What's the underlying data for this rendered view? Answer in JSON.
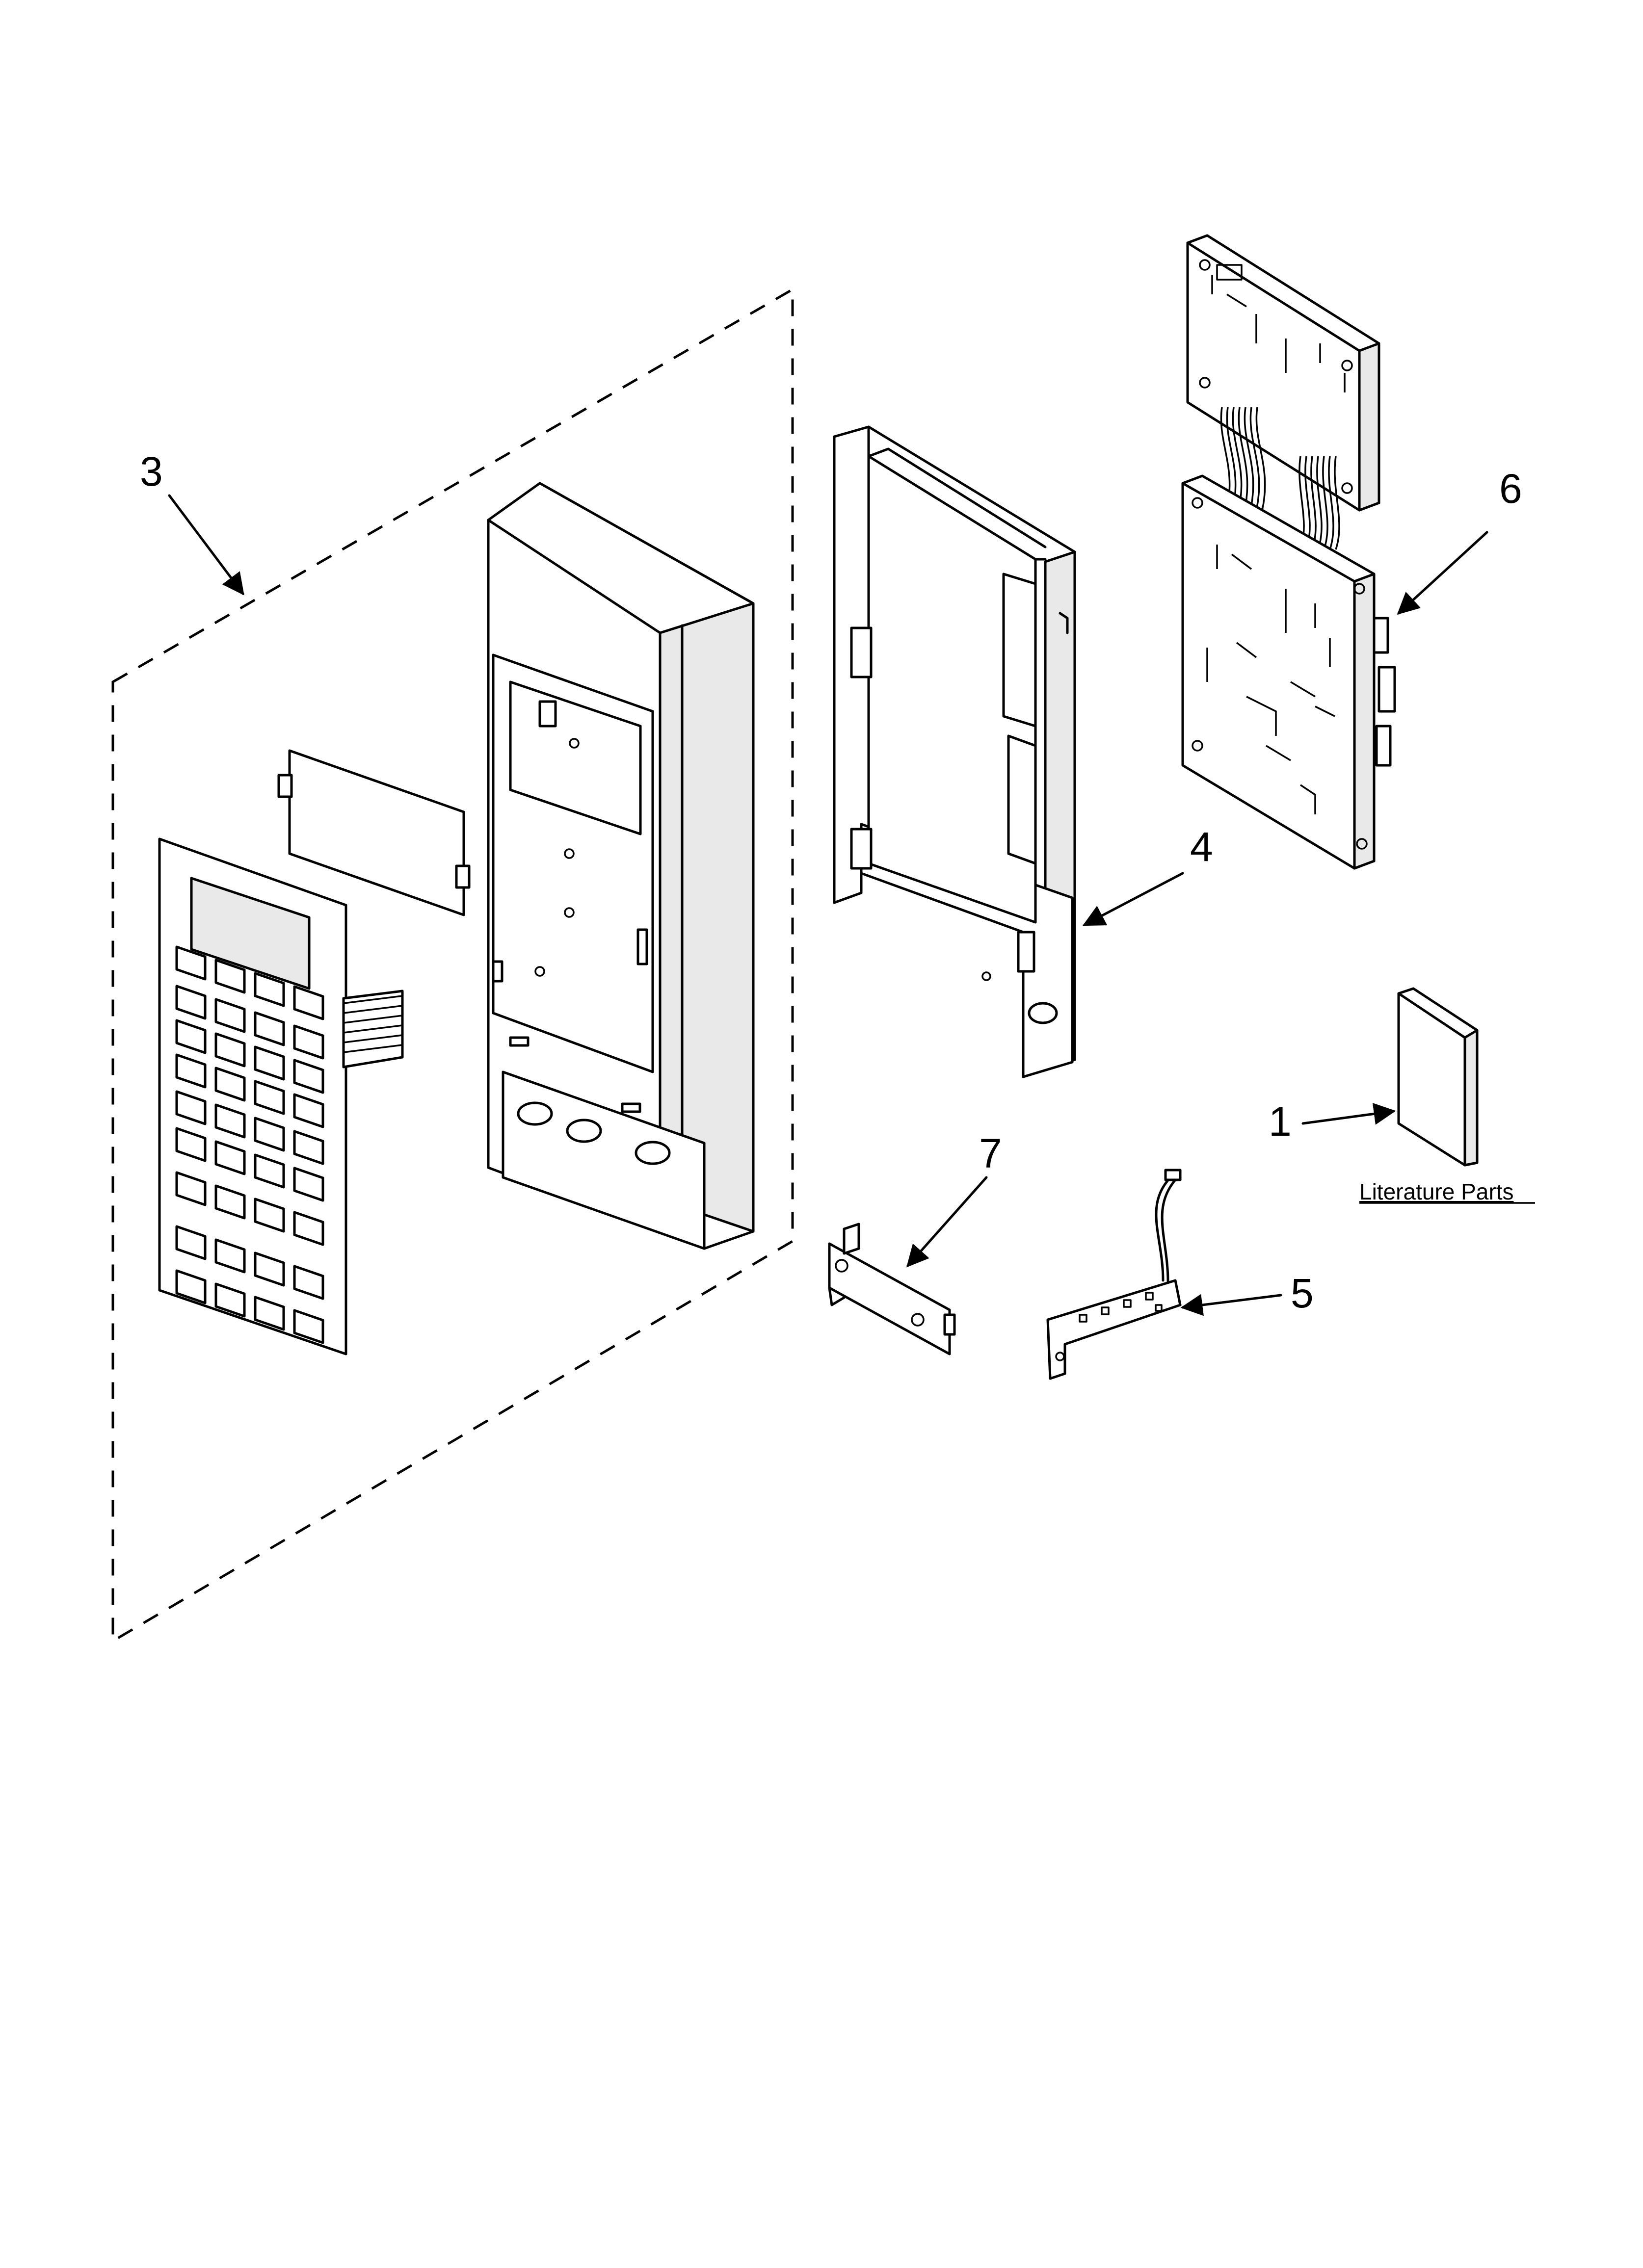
{
  "callouts": {
    "c1": "1",
    "c3": "3",
    "c4": "4",
    "c5": "5",
    "c6": "6",
    "c7": "7"
  },
  "literature_label": "Literature Parts"
}
